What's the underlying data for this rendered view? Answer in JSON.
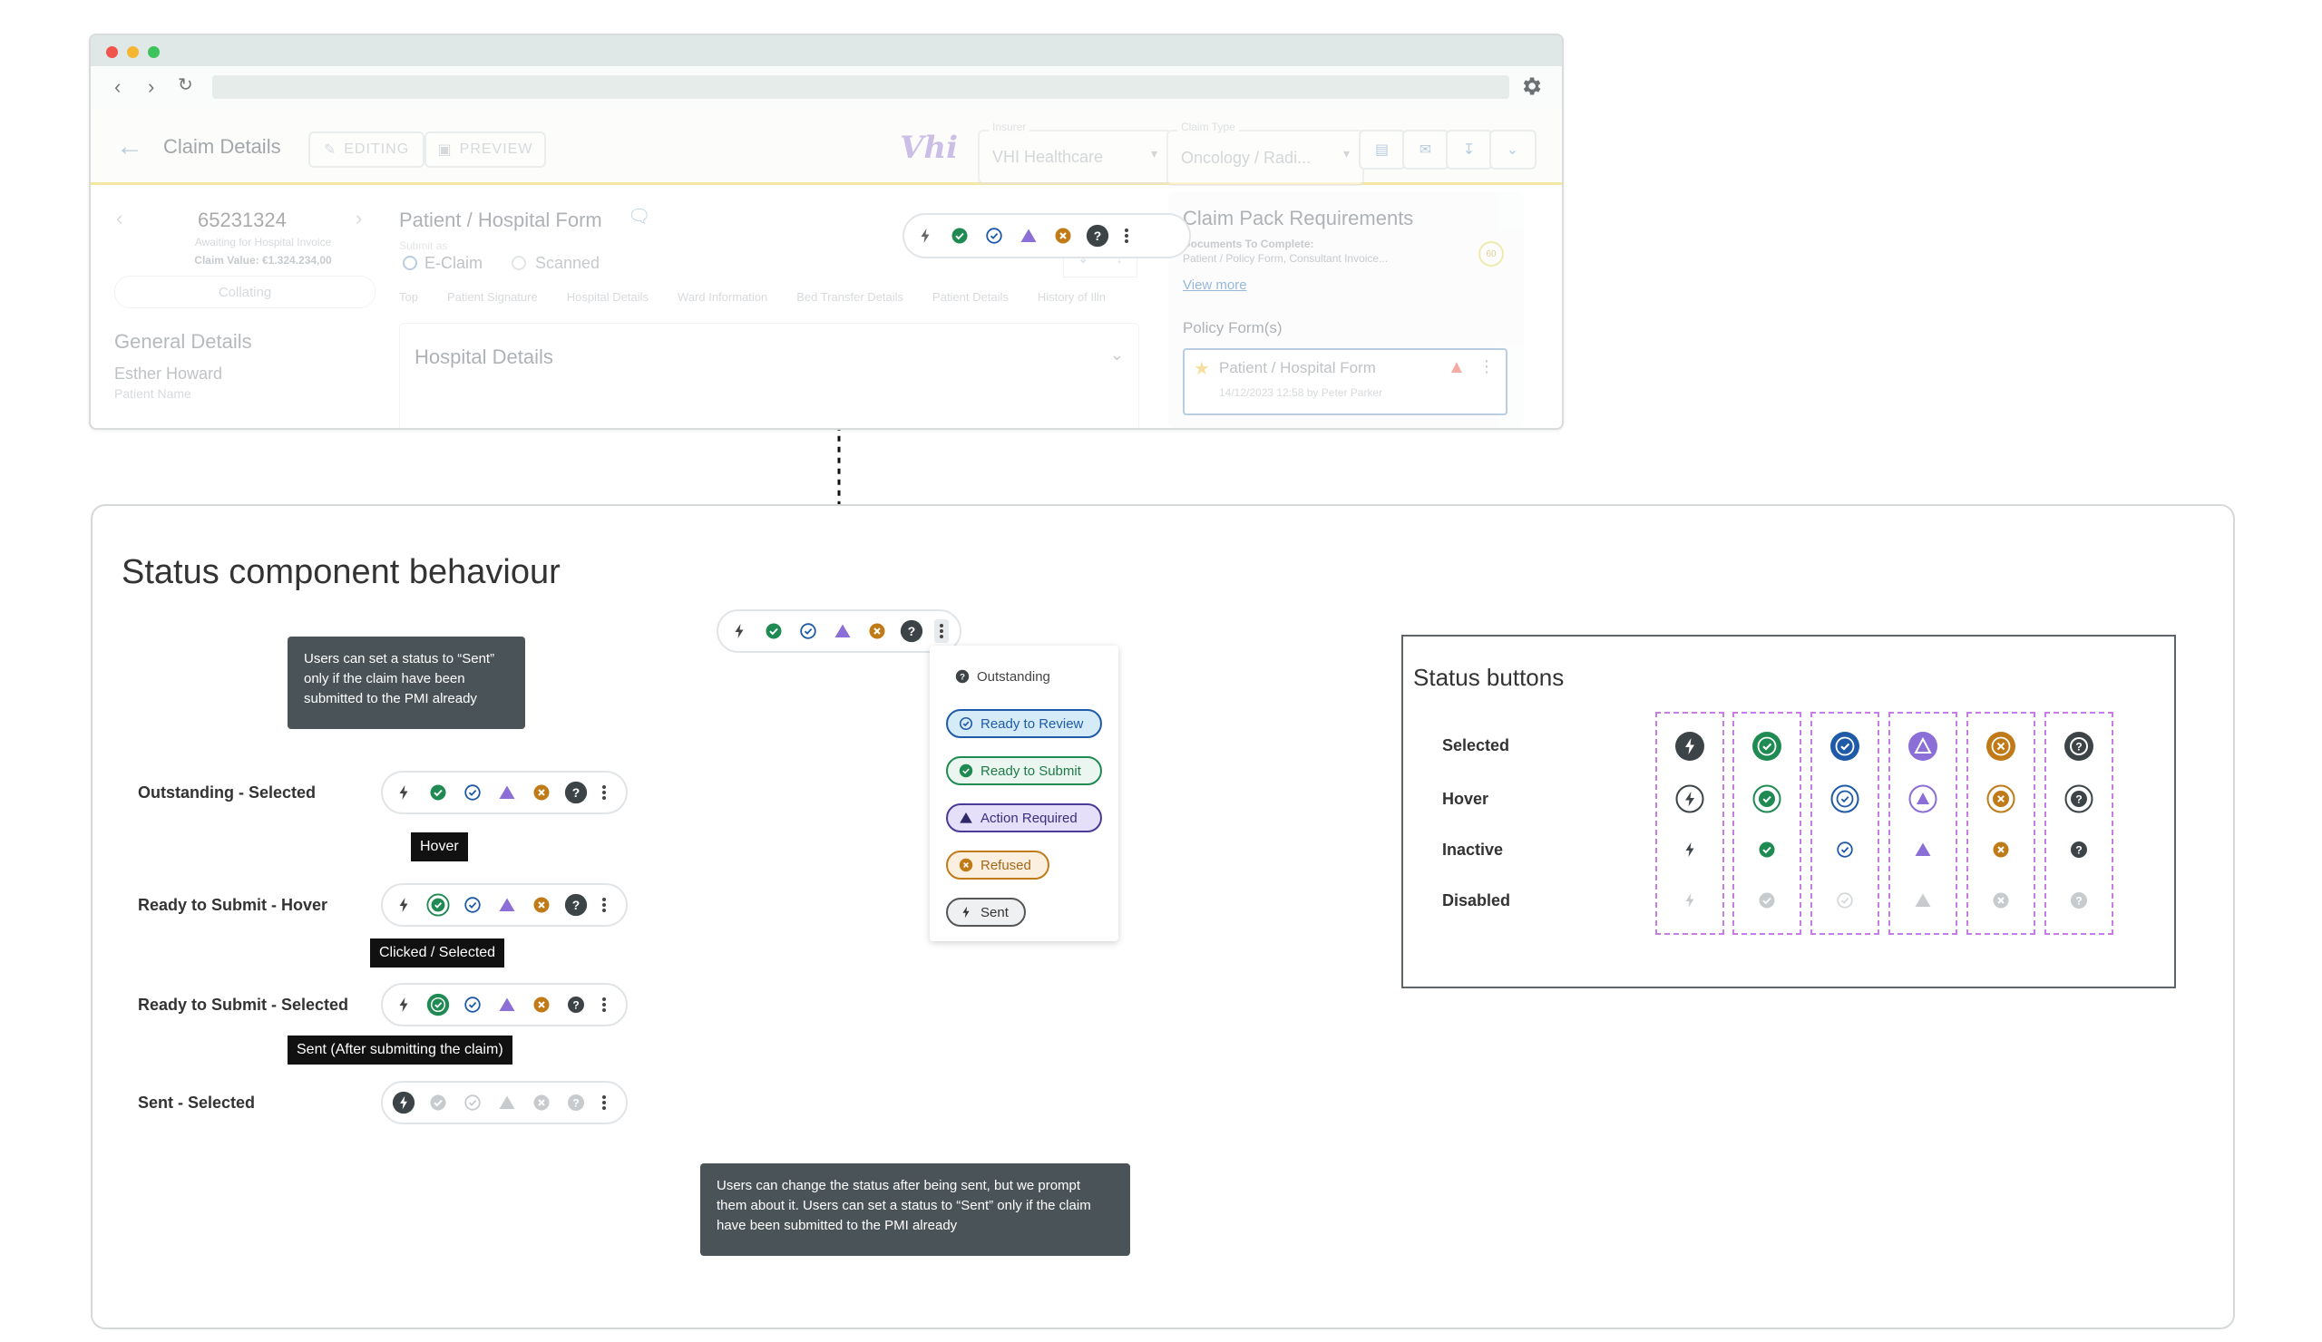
{
  "browser": {
    "header": {
      "title": "Claim Details",
      "editing_label": "EDITING",
      "preview_label": "PREVIEW",
      "logo_text": "Vhi",
      "insurer_label": "Insurer",
      "insurer_value": "VHI Healthcare",
      "claim_type_label": "Claim Type",
      "claim_type_value": "Oncology / Radi..."
    },
    "left": {
      "claim_number": "65231324",
      "status": "Awaiting for Hospital Invoice",
      "claim_value": "Claim Value: €1.324.234,00",
      "collating": "Collating",
      "general_details": "General Details",
      "patient_name": "Esther Howard",
      "patient_name_label": "Patient Name"
    },
    "center": {
      "form_title": "Patient / Hospital Form",
      "submit_as": "Submit as",
      "opt_eclaim": "E-Claim",
      "opt_scanned": "Scanned",
      "tabs": [
        "Top",
        "Patient Signature",
        "Hospital Details",
        "Ward Information",
        "Bed Transfer Details",
        "Patient Details",
        "History of Illn"
      ],
      "section_title": "Hospital Details"
    },
    "right": {
      "title": "Claim Pack Requirements",
      "documents_label": "Documents To Complete:",
      "documents_value": "Patient / Policy Form, Consultant Invoice...",
      "percent": "60",
      "view_more": "View more",
      "policy_forms": "Policy Form(s)",
      "policy_item": "Patient / Hospital Form",
      "policy_meta": "14/12/2023 12:58 by Peter Parker"
    }
  },
  "diagram": {
    "title": "Status component behaviour",
    "tooltip_top": "Users can set a status to “Sent” only if the claim have been submitted to the PMI already",
    "tooltip_bottom": "Users can change the status after being sent, but we prompt them about it. Users can set a status to “Sent” only if the claim have been submitted to the PMI already",
    "rows": [
      {
        "label": "Outstanding - Selected"
      },
      {
        "label": "Ready to Submit - Hover"
      },
      {
        "label": "Ready to Submit - Selected"
      },
      {
        "label": "Sent - Selected"
      }
    ],
    "tags": {
      "hover": "Hover",
      "clicked": "Clicked / Selected",
      "sent": "Sent (After submitting the claim)"
    },
    "menu": {
      "outstanding": "Outstanding",
      "ready_review": "Ready to Review",
      "ready_submit": "Ready to Submit",
      "action_required": "Action Required",
      "refused": "Refused",
      "sent": "Sent"
    }
  },
  "status_buttons": {
    "title": "Status buttons",
    "states": [
      "Selected",
      "Hover",
      "Inactive",
      "Disabled"
    ]
  },
  "colors": {
    "sent": "#3d4448",
    "ready_submit": "#1f8a52",
    "ready_review": "#1e5aa8",
    "action_required": "#8b6fd6",
    "refused": "#c07a18",
    "outstanding": "#3d4448",
    "disabled": "#c8cbcd",
    "column_border": "#c77ce6"
  },
  "icons": [
    "bolt-icon",
    "check-circle-icon",
    "check-outline-icon",
    "triangle-icon",
    "close-circle-icon",
    "question-circle-icon",
    "kebab-icon"
  ]
}
